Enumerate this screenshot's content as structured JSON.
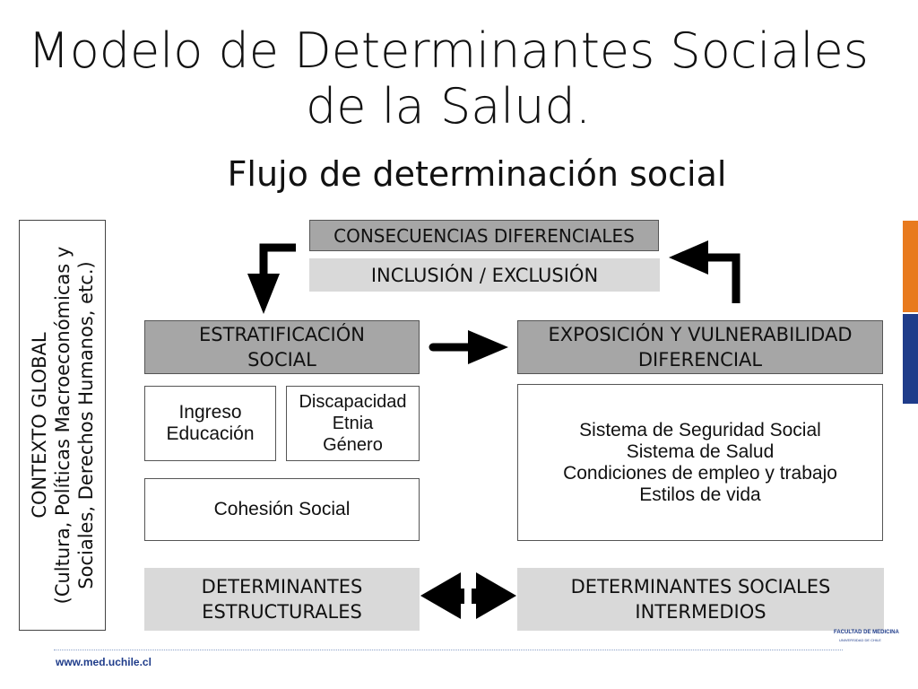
{
  "slide": {
    "title_line1": "Modelo de Determinantes Sociales",
    "title_line2": "de la Salud.",
    "subtitle": "Flujo de determinación social"
  },
  "context_box": {
    "line1": "CONTEXTO GLOBAL",
    "line2": "(Cultura, Políticas Macroeconómicas y",
    "line3": "Sociales, Derechos Humanos, etc.)"
  },
  "top": {
    "consecuencias": "CONSECUENCIAS DIFERENCIALES",
    "inclusion": "INCLUSIÓN / EXCLUSIÓN"
  },
  "left": {
    "header_line1": "ESTRATIFICACIÓN",
    "header_line2": "SOCIAL",
    "box1_line1": "Ingreso",
    "box1_line2": "Educación",
    "box2_line1": "Discapacidad",
    "box2_line2": "Etnia",
    "box2_line3": "Género",
    "cohesion": "Cohesión Social",
    "bottom_line1": "DETERMINANTES",
    "bottom_line2": "ESTRUCTURALES"
  },
  "right": {
    "header_line1": "EXPOSICIÓN Y VULNERABILIDAD",
    "header_line2": "DIFERENCIAL",
    "items": [
      "Sistema de Seguridad Social",
      "Sistema de Salud",
      "Condiciones de empleo y trabajo",
      "Estilos de vida"
    ],
    "bottom_line1": "DETERMINANTES SOCIALES",
    "bottom_line2": "INTERMEDIOS"
  },
  "footer": {
    "url": "www.med.uchile.cl",
    "logo_line1": "FACULTAD DE MEDICINA",
    "logo_line2": "UNIVERSIDAD DE CHILE"
  },
  "colors": {
    "dark_box": "#a6a6a6",
    "light_box": "#d9d9d9",
    "accent_orange": "#e87a1e",
    "accent_blue": "#1f3c8a"
  }
}
